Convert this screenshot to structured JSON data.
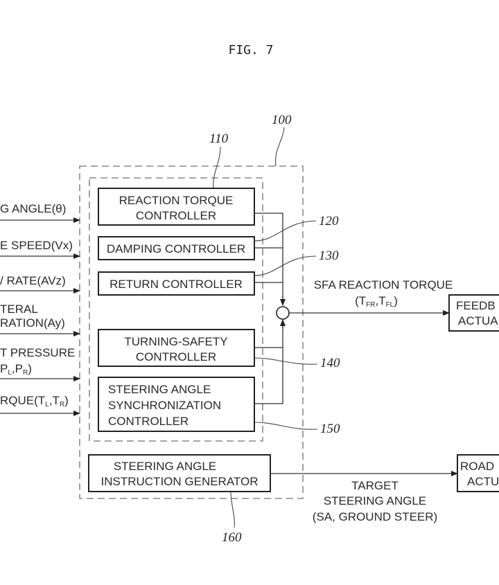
{
  "figure": {
    "title": "FIG. 7"
  },
  "reference_numbers": {
    "system": "100",
    "controller_group": "110",
    "damping": "120",
    "return": "130",
    "turning_safety": "140",
    "sync": "150",
    "instruction_generator": "160"
  },
  "inputs": [
    {
      "line1": "G ANGLE(θ)"
    },
    {
      "line1": "E SPEED(Vx)"
    },
    {
      "line1": "/ RATE(AVz)"
    },
    {
      "line1": "TERAL",
      "line2": "RATION(Ay)"
    },
    {
      "line1": "T PRESSURE",
      "line2": "P",
      "line2_sub1": "L",
      "line2_mid": ",P",
      "line2_sub2": "R",
      "line2_end": ")"
    },
    {
      "line1": "RQUE(T",
      "sub1": "L",
      "mid": ",T",
      "sub2": "R",
      "end": ")"
    }
  ],
  "blocks": {
    "reaction_torque": [
      "REACTION TORQUE",
      "CONTROLLER"
    ],
    "damping": [
      "DAMPING CONTROLLER"
    ],
    "return": [
      "RETURN CONTROLLER"
    ],
    "turning_safety": [
      "TURNING-SAFETY",
      "CONTROLLER"
    ],
    "sync": [
      "STEERING ANGLE",
      "SYNCHRONIZATION",
      "CONTROLLER"
    ],
    "instruction_generator": [
      "STEERING ANGLE",
      "INSTRUCTION GENERATOR"
    ]
  },
  "outputs": {
    "reaction": {
      "label": "SFA REACTION TORQUE",
      "symbol_open": "(T",
      "sub1": "FR",
      "mid": ",T",
      "sub2": "FL",
      "symbol_close": ")"
    },
    "target": [
      "TARGET",
      "STEERING ANGLE",
      "(SA, GROUND STEER)"
    ],
    "feedback_actuator": [
      "FEEDB",
      "ACTUA"
    ],
    "road_actuator": [
      "ROAD",
      "ACTU"
    ]
  }
}
